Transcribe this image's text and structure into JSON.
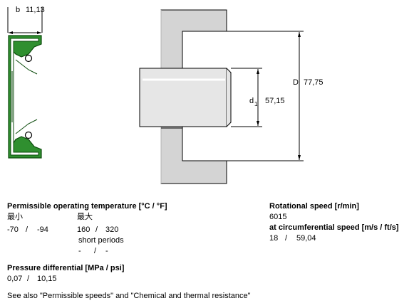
{
  "seal": {
    "width_label": "b",
    "width_value": "11,13"
  },
  "housing": {
    "outer_label": "D",
    "outer_value": "77,75",
    "shaft_label": "d",
    "shaft_sub": "1",
    "shaft_value": "57,15"
  },
  "temperature": {
    "title": "Permissible operating temperature [°C / °F]",
    "min_header": "最小",
    "max_header": "最大",
    "min_c": "-70",
    "sep1": "/",
    "min_f": "-94",
    "max_c": "160",
    "sep2": "/",
    "max_f": "320",
    "short_periods": "short periods",
    "sp_c": "-",
    "sep3": "/",
    "sp_f": "-"
  },
  "speed": {
    "title": "Rotational speed [r/min]",
    "value": "6015",
    "circ_title": "at circumferential speed [m/s / ft/s]",
    "circ_ms": "18",
    "sep": "/",
    "circ_fts": "59,04"
  },
  "pressure": {
    "title": "Pressure differential [MPa / psi]",
    "mpa": "0,07",
    "sep": "/",
    "psi": "10,15"
  },
  "note": "See also \"Permissible speeds\" and \"Chemical and thermal resistance\"",
  "colors": {
    "seal_green": "#2f8f2f",
    "housing_gray": "#d4d4d4",
    "shaft_gray": "#e6e6e6"
  }
}
